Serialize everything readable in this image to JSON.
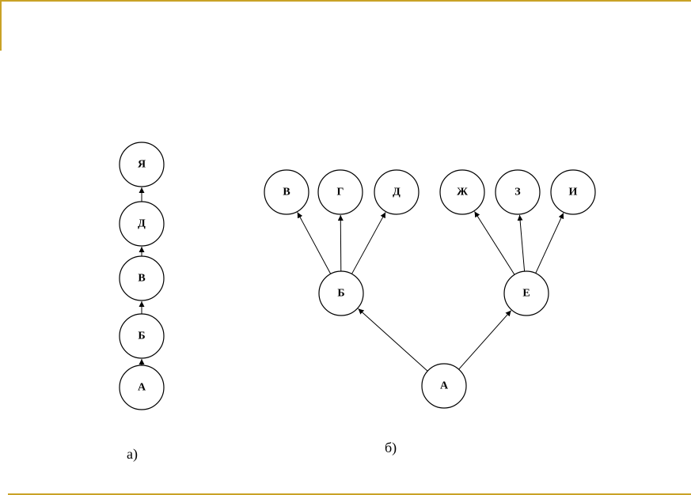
{
  "diagram_a": {
    "caption": "а)",
    "nodes": [
      {
        "id": "a_ya",
        "label": "Я"
      },
      {
        "id": "a_d",
        "label": "Д"
      },
      {
        "id": "a_v",
        "label": "В"
      },
      {
        "id": "a_b",
        "label": "Б"
      },
      {
        "id": "a_a",
        "label": "А"
      }
    ],
    "edges": [
      {
        "from": "a_a",
        "to": "a_b"
      },
      {
        "from": "a_b",
        "to": "a_v"
      },
      {
        "from": "a_v",
        "to": "a_d"
      },
      {
        "from": "a_d",
        "to": "a_ya"
      }
    ]
  },
  "diagram_b": {
    "caption": "б)",
    "nodes": [
      {
        "id": "b_v",
        "label": "В"
      },
      {
        "id": "b_g",
        "label": "Г"
      },
      {
        "id": "b_d",
        "label": "Д"
      },
      {
        "id": "b_zh",
        "label": "Ж"
      },
      {
        "id": "b_z",
        "label": "З"
      },
      {
        "id": "b_i",
        "label": "И"
      },
      {
        "id": "b_b",
        "label": "Б"
      },
      {
        "id": "b_e",
        "label": "Е"
      },
      {
        "id": "b_a",
        "label": "А"
      }
    ],
    "edges": [
      {
        "from": "b_a",
        "to": "b_b"
      },
      {
        "from": "b_a",
        "to": "b_e"
      },
      {
        "from": "b_b",
        "to": "b_v"
      },
      {
        "from": "b_b",
        "to": "b_g"
      },
      {
        "from": "b_b",
        "to": "b_d"
      },
      {
        "from": "b_e",
        "to": "b_zh"
      },
      {
        "from": "b_e",
        "to": "b_z"
      },
      {
        "from": "b_e",
        "to": "b_i"
      }
    ]
  }
}
